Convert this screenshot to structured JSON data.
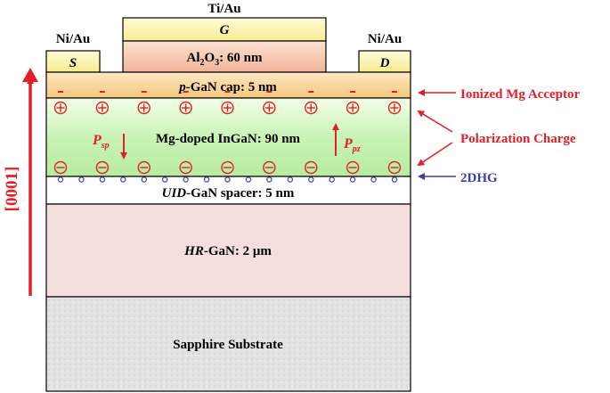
{
  "gate": {
    "metal": "Ti/Au",
    "label": "G",
    "dielectric_formula": "Al",
    "dielectric_sub": "2",
    "dielectric_mid": "O",
    "dielectric_sub2": "3",
    "dielectric_rest": ": 60 nm"
  },
  "source": {
    "metal": "Ni/Au",
    "label": "S"
  },
  "drain": {
    "metal": "Ni/Au",
    "label": "D"
  },
  "layers": {
    "cap": {
      "prefix": "p",
      "text": "-GaN cap: 5 nm"
    },
    "barrier": {
      "text": "Mg-doped InGaN: 90 nm"
    },
    "spacer": {
      "prefix": "UID",
      "text": "-GaN spacer: 5 nm"
    },
    "buffer": {
      "prefix": "HR",
      "text": "-GaN: 2 μm"
    },
    "substrate": {
      "text": "Sapphire Substrate"
    }
  },
  "polarization": {
    "psp": {
      "main": "P",
      "sub": "sp"
    },
    "ppz": {
      "main": "P",
      "sub": "pz"
    }
  },
  "charges": {
    "ionized_count": 9,
    "positive_count": 9,
    "negative_count": 9,
    "hole_count": 17
  },
  "annotations": {
    "ionized": "Ionized Mg Acceptor",
    "polarization": "Polarization Charge",
    "twodhg": "2DHG"
  },
  "direction_label": "[0001]",
  "colors": {
    "red": "#e3202a",
    "blue": "#3b3f9e",
    "gate_yellow": "#fdf6b0",
    "dielectric": "#f6c9b0",
    "cap": "#f9d79a",
    "barrier": "#c5f2b3",
    "buffer": "#f4dede",
    "substrate": "#e4e4e4"
  }
}
